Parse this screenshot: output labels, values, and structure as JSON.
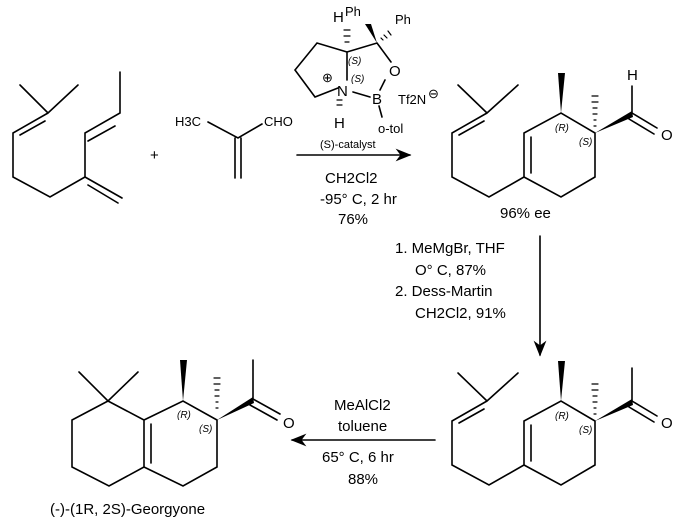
{
  "reagents": {
    "aldehyde_methyl": "H3C",
    "aldehyde_group": "CHO",
    "plus": "+"
  },
  "catalyst": {
    "h_top": "H",
    "ph1": "Ph",
    "ph2": "Ph",
    "o": "O",
    "n": "N",
    "b": "B",
    "h_bottom": "H",
    "otol": "o-tol",
    "counterion": "Tf2N",
    "stereo1": "(S)",
    "stereo2": "(S)",
    "name": "(S)-catalyst"
  },
  "step1": {
    "solvent": "CH2Cl2",
    "conditions": "-95° C, 2 hr",
    "yield": "76%"
  },
  "product1": {
    "h": "H",
    "o": "O",
    "r": "(R)",
    "s": "(S)",
    "ee": "96% ee"
  },
  "step2": {
    "line1": "1. MeMgBr, THF",
    "line2": "O° C, 87%",
    "line3": "2. Dess-Martin",
    "line4": "CH2Cl2, 91%"
  },
  "product2": {
    "o": "O",
    "r": "(R)",
    "s": "(S)"
  },
  "step3": {
    "reagent": "MeAlCl2",
    "solvent": "toluene",
    "conditions": "65° C, 6 hr",
    "yield": "88%"
  },
  "final": {
    "o": "O",
    "r": "(R)",
    "s": "(S)",
    "name": "(-)-(1R, 2S)-Georgyone"
  }
}
